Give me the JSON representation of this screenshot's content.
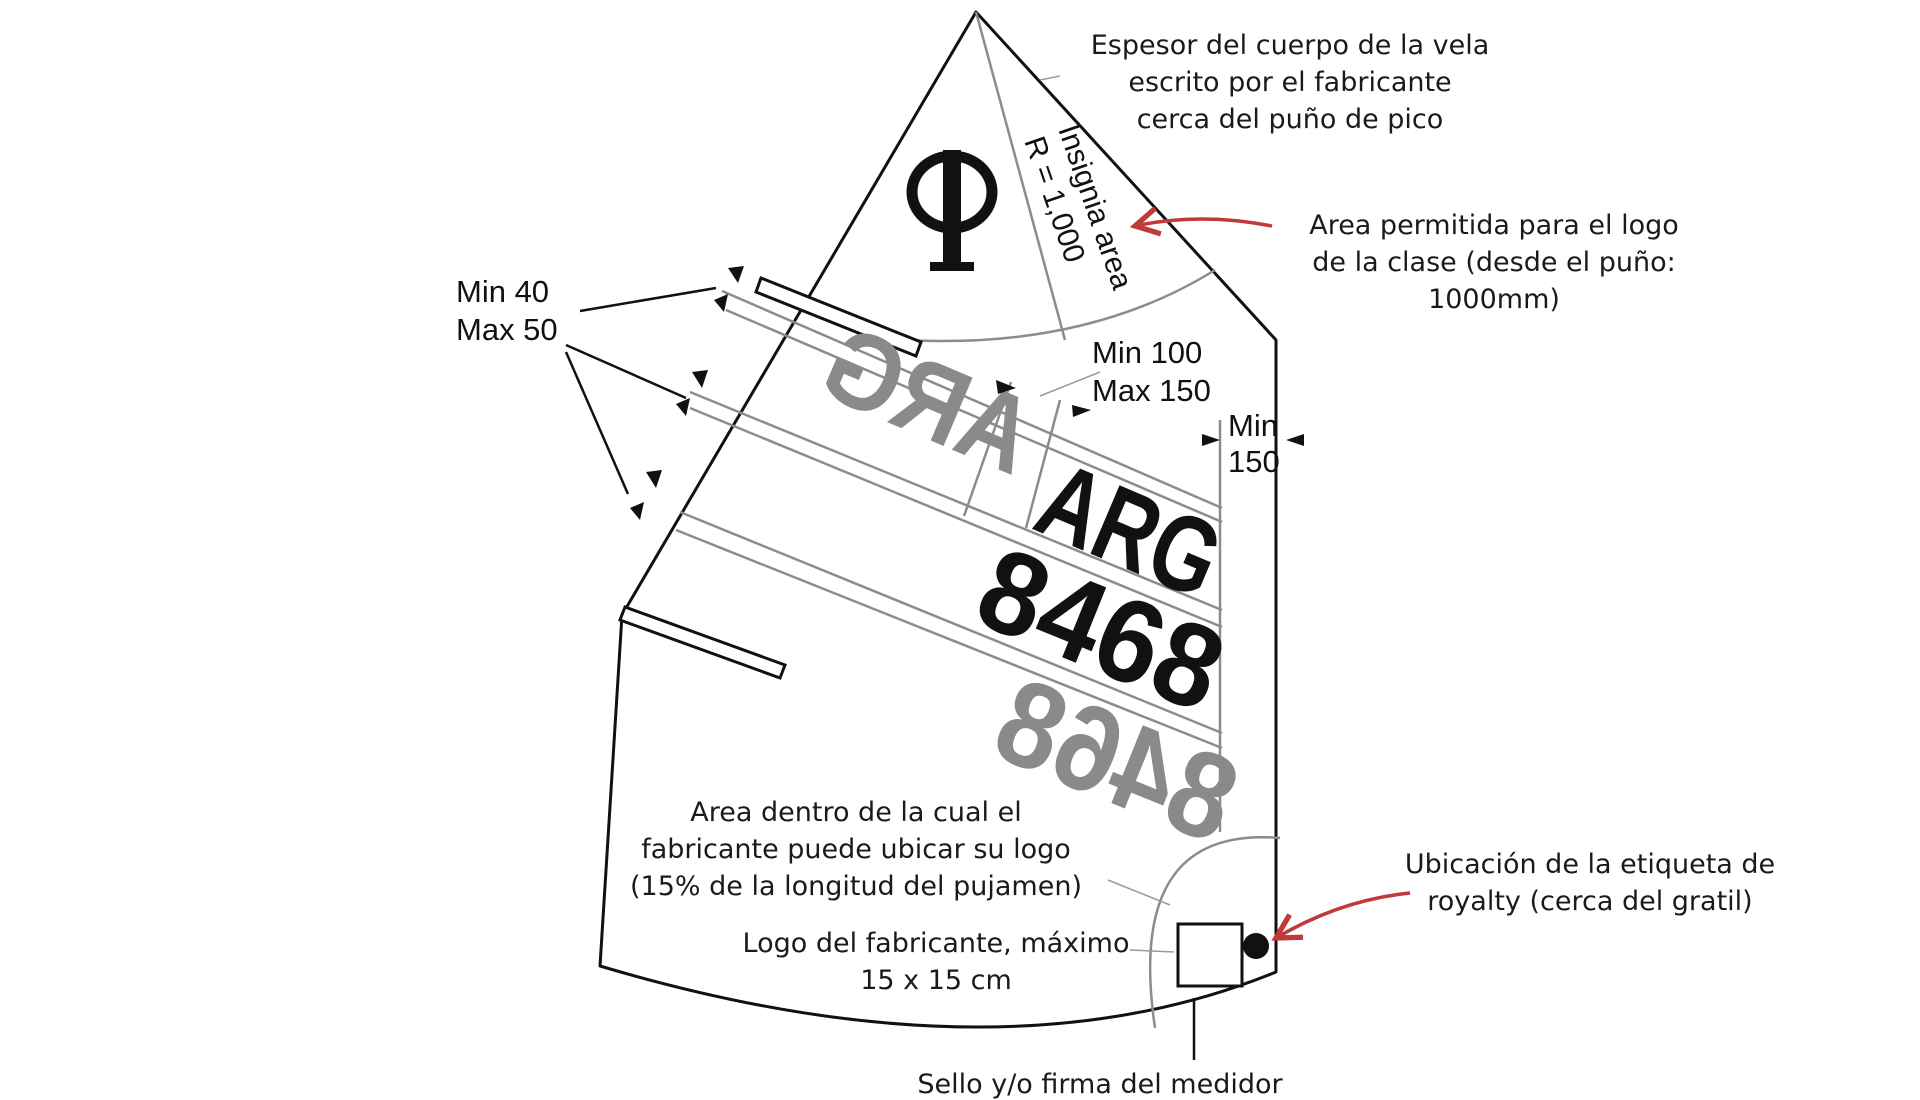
{
  "annotations": {
    "thickness_note": [
      "Espesor del cuerpo de la vela",
      "escrito por el fabricante",
      "cerca del puño de pico"
    ],
    "class_logo_note": [
      "Area permitida para el logo",
      "de la clase (desde el puño:",
      "1000mm)"
    ],
    "insignia_label": [
      "Insignia area",
      "R = 1,000"
    ],
    "batten_spacing": [
      "Min 40",
      "Max 50"
    ],
    "letter_height": [
      "Min 100",
      "Max 150"
    ],
    "leech_margin": [
      "Min",
      "150"
    ],
    "maker_area_note": [
      "Area dentro de la cual el",
      "fabricante puede ubicar su logo",
      "(15% de la longitud del pujamen)"
    ],
    "maker_logo_note": [
      "Logo del fabricante, máximo",
      "15 x 15 cm"
    ],
    "royalty_note": [
      "Ubicación de la etiqueta de",
      "royalty (cerca del gratil)"
    ],
    "measurer_note": "Sello y/o firma del medidor"
  },
  "sail": {
    "country_code": "ARG",
    "sail_number": "8468"
  },
  "colors": {
    "outline": "#111111",
    "guide": "#8c8c8c",
    "mirror_text": "#8a8a8a",
    "arrow": "#c0393b"
  },
  "icons": {
    "class_insignia": "optimist-class-insignia-icon",
    "royalty_tag": "royalty-tag-dot-icon"
  }
}
